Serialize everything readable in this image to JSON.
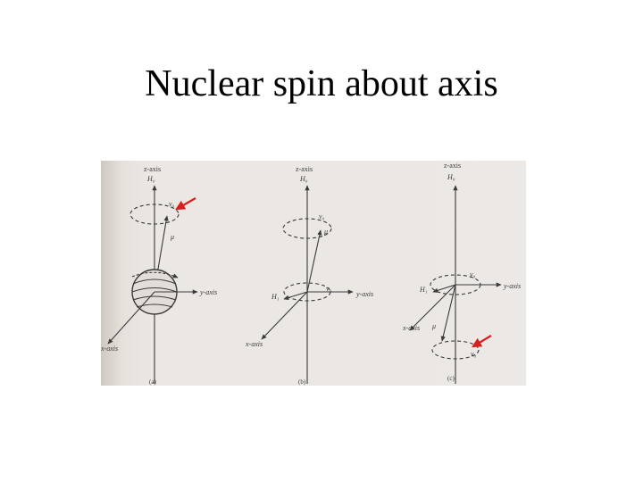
{
  "title": "Nuclear spin about axis",
  "colors": {
    "scan_background": "#ebe7e3",
    "ink": "#3a3a3a",
    "arrow": "#d81e1e"
  },
  "figure": {
    "panel_a": {
      "z_axis": "z-axis",
      "field": "H₀",
      "freq": "ν₀",
      "moment": "μ",
      "y_axis": "y-axis",
      "x_axis": "x-axis",
      "caption": "(a)"
    },
    "panel_b": {
      "z_axis": "z-axis",
      "field": "H₀",
      "freq_top": "ν₀",
      "moment": "μ",
      "freq_bottom": "ν₀",
      "field2": "H₁",
      "y_axis": "y-axis",
      "x_axis": "x-axis",
      "caption": "(b)"
    },
    "panel_c": {
      "z_axis": "z-axis",
      "field": "H₀",
      "freq_top": "ν₀",
      "field2": "H₁",
      "y_axis": "y-axis",
      "x_axis": "x-axis",
      "moment": "μ",
      "freq_bottom": "ν₀",
      "caption": "(c)"
    }
  }
}
